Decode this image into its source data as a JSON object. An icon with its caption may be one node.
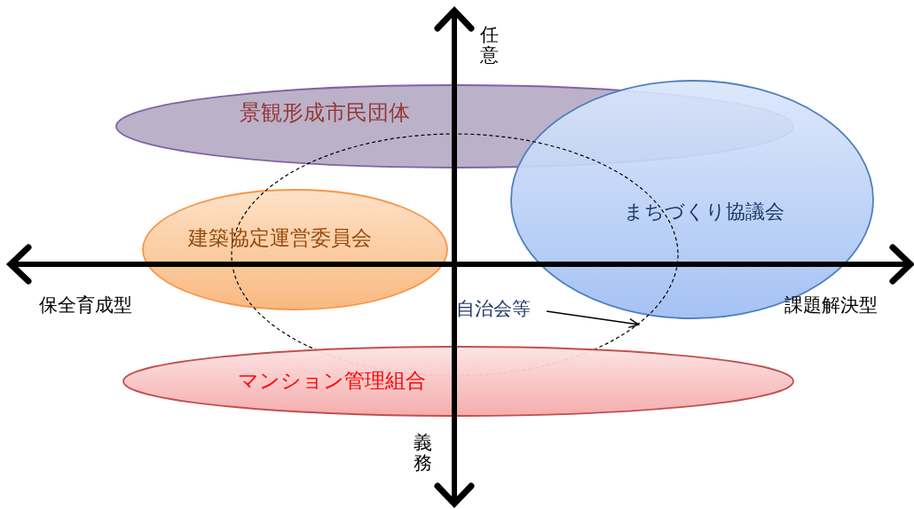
{
  "diagram": {
    "nodes": [
      {
        "text": [
          "景観形成市民団体"
        ]
      },
      {
        "text": [
          "まちづくり協議会"
        ]
      },
      {
        "text": [
          "建築協定運営委員会"
        ]
      },
      {
        "text": [],
        "shape": "ellipse"
      },
      {
        "text": [
          "自治会等"
        ],
        "in": 3
      },
      {
        "text": [
          "マンション管理組合"
        ]
      }
    ],
    "edges": [
      {
        "from": 4,
        "to": 3,
        "arrow": "to"
      }
    ],
    "labels": [
      "任意",
      "保全育成型",
      "課題解決型",
      "義務"
    ]
  }
}
